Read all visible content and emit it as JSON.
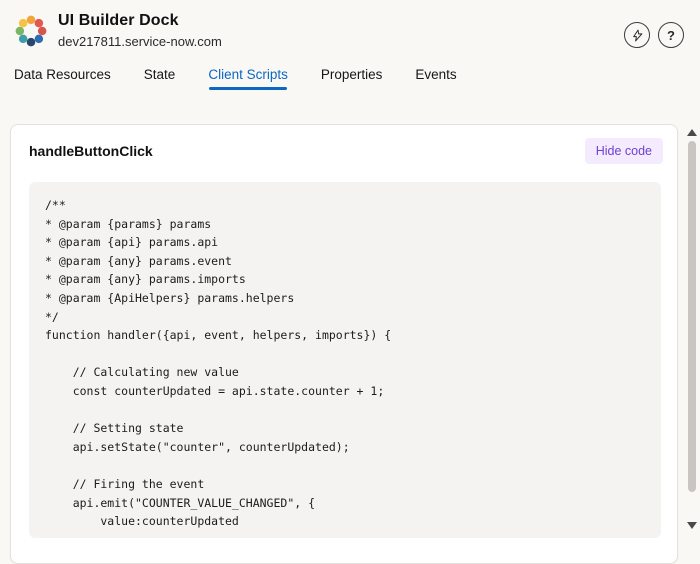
{
  "header": {
    "title": "UI Builder Dock",
    "subtitle": "dev217811.service-now.com",
    "help_icon_glyph": "?"
  },
  "tabs": [
    {
      "label": "Data Resources",
      "active": false
    },
    {
      "label": "State",
      "active": false
    },
    {
      "label": "Client Scripts",
      "active": true
    },
    {
      "label": "Properties",
      "active": false
    },
    {
      "label": "Events",
      "active": false
    }
  ],
  "script_panel": {
    "name": "handleButtonClick",
    "hide_code_label": "Hide code",
    "code": "/**\n* @param {params} params\n* @param {api} params.api\n* @param {any} params.event\n* @param {any} params.imports\n* @param {ApiHelpers} params.helpers\n*/\nfunction handler({api, event, helpers, imports}) {\n\n    // Calculating new value\n    const counterUpdated = api.state.counter + 1;\n\n    // Setting state\n    api.setState(\"counter\", counterUpdated);\n\n    // Firing the event\n    api.emit(\"COUNTER_VALUE_CHANGED\", {\n        value:counterUpdated"
  },
  "colors": {
    "accent_blue": "#0b67c2",
    "hide_code_bg": "#f4ecfe",
    "hide_code_text": "#6f3fd1",
    "page_bg": "#faf8f5",
    "code_bg": "#f4f3f1"
  }
}
